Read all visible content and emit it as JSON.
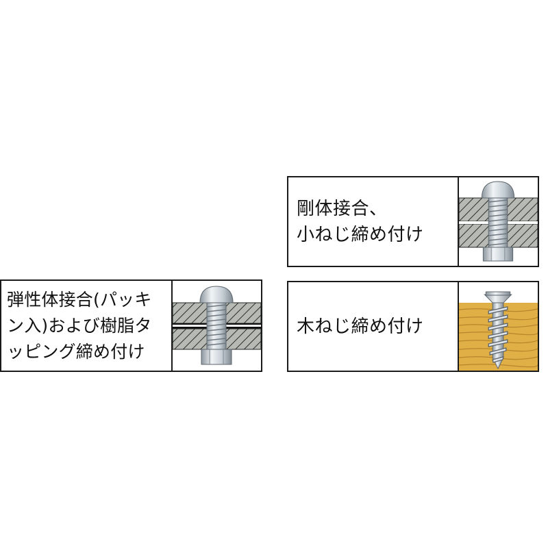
{
  "panels": {
    "rigid": {
      "lines": [
        "剛体接合、",
        "小ねじ締め付け"
      ]
    },
    "wood": {
      "lines": [
        "木ねじ締め付け"
      ]
    },
    "elastic": {
      "lines": [
        "弾性体接合(パッキ",
        "ン入)および樹脂タ",
        "ッピング締め付け"
      ]
    }
  },
  "illustrations": {
    "rigid": "machine-screw-through-hatched-plates-icon",
    "wood": "wood-screw-in-timber-icon",
    "elastic": "screw-through-plates-with-gasket-icon"
  },
  "colors": {
    "border": "#1a1a1a",
    "plate": "#b7bab4",
    "screw": "#c9d2da",
    "wood": "#e0b047",
    "gasket": "#111111"
  }
}
